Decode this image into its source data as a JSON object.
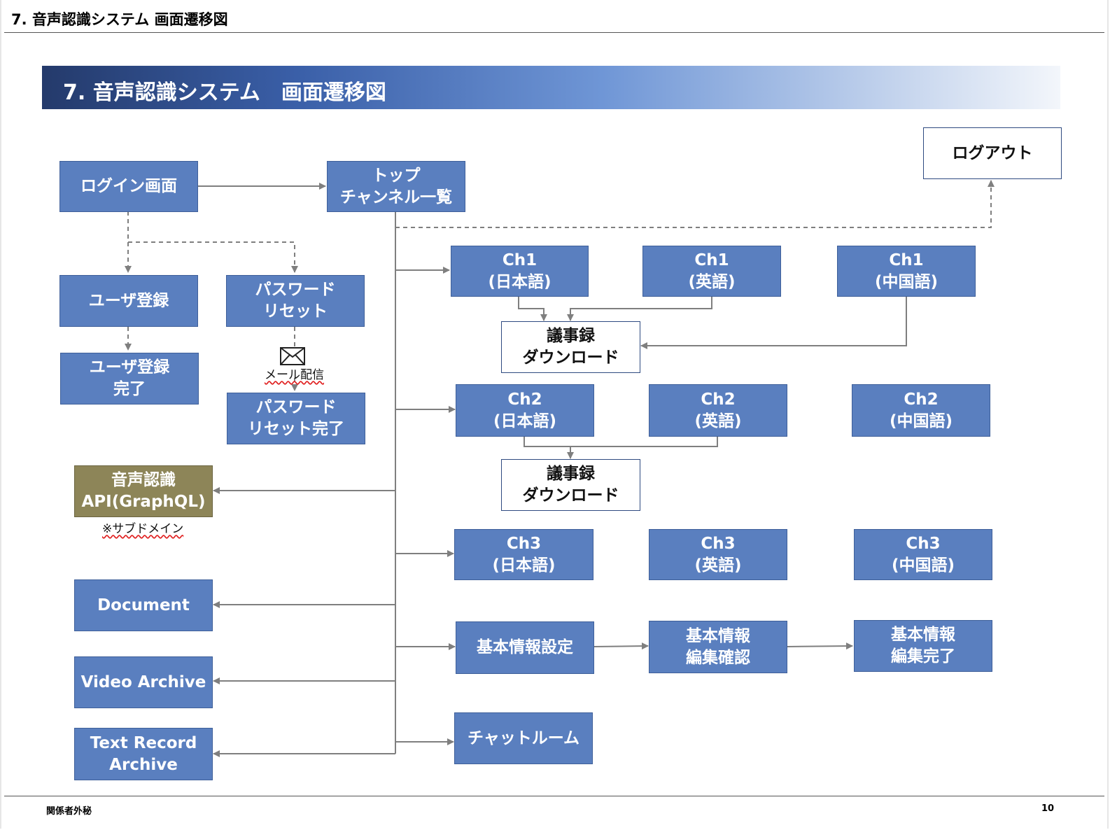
{
  "header": {
    "title": "7. 音声認識システム 画面遷移図"
  },
  "banner": {
    "title": "7. 音声認識システム　画面遷移図"
  },
  "nodes": {
    "logout": "ログアウト",
    "login": "ログイン画面",
    "top": "トップ\nチャンネル一覧",
    "user_reg": "ユーザ登録",
    "user_reg_done": "ユーザ登録\n完了",
    "pw_reset": "パスワード\nリセット",
    "pw_reset_done": "パスワード\nリセット完了",
    "ch1_ja": "Ch1\n(日本語)",
    "ch1_en": "Ch1\n(英語)",
    "ch1_zh": "Ch1\n(中国語)",
    "minutes_1": "議事録\nダウンロード",
    "ch2_ja": "Ch2\n(日本語)",
    "ch2_en": "Ch2\n(英語)",
    "ch2_zh": "Ch2\n(中国語)",
    "minutes_2": "議事録\nダウンロード",
    "speech_api": "音声認識\nAPI(GraphQL)",
    "ch3_ja": "Ch3\n(日本語)",
    "ch3_en": "Ch3\n(英語)",
    "ch3_zh": "Ch3\n(中国語)",
    "document": "Document",
    "basic_info": "基本情報設定",
    "basic_edit_confirm": "基本情報\n編集確認",
    "basic_edit_done": "基本情報\n編集完了",
    "video_archive": "Video Archive",
    "text_archive": "Text Record\nArchive",
    "chat_room": "チャットルーム"
  },
  "notes": {
    "mail": "メール配信",
    "subdomain": "※サブドメイン"
  },
  "icons": {
    "mail": "envelope-icon"
  },
  "colors": {
    "box_fill": "#5a7fbf",
    "api_fill": "#8d8558",
    "connector": "#7f7f7f"
  },
  "footer": {
    "confidential": "関係者外秘",
    "page_number": "10"
  }
}
